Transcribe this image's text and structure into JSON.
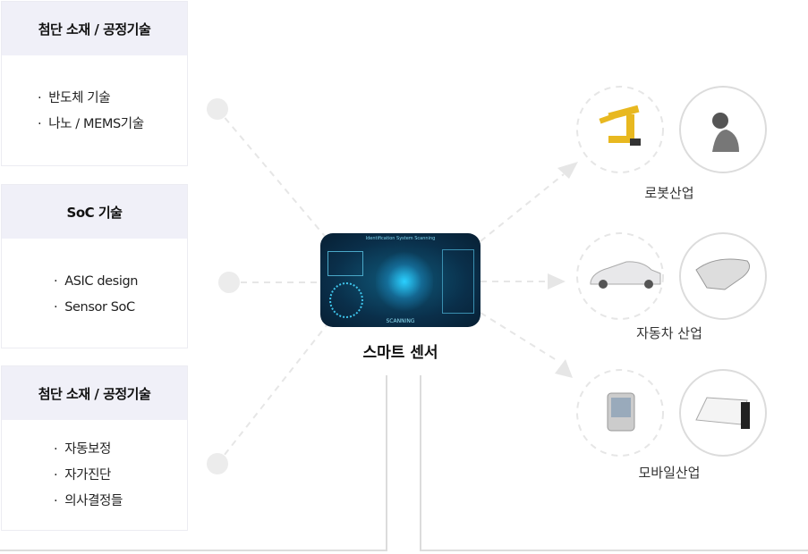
{
  "left_boxes": [
    {
      "title": "첨단 소재 / 공정기술",
      "items": [
        "반도체 기술",
        "나노 / MEMS기술"
      ]
    },
    {
      "title": "SoC 기술",
      "items": [
        "ASIC design",
        "Sensor SoC"
      ]
    },
    {
      "title": "첨단 소재 / 공정기술",
      "items": [
        "자동보정",
        "자가진단",
        "의사결정들"
      ]
    }
  ],
  "center": {
    "label": "스마트 센서",
    "image_title": "Identification System Scanning",
    "image_status": "SCANNING"
  },
  "industries": [
    {
      "label": "로봇산업"
    },
    {
      "label": "자동차 산업"
    },
    {
      "label": "모바일산업"
    }
  ],
  "colors": {
    "header_bg": "#f0f0f8",
    "line": "#e4e4e4",
    "dot": "#ececec",
    "image_bg": "#0a2f4a"
  }
}
